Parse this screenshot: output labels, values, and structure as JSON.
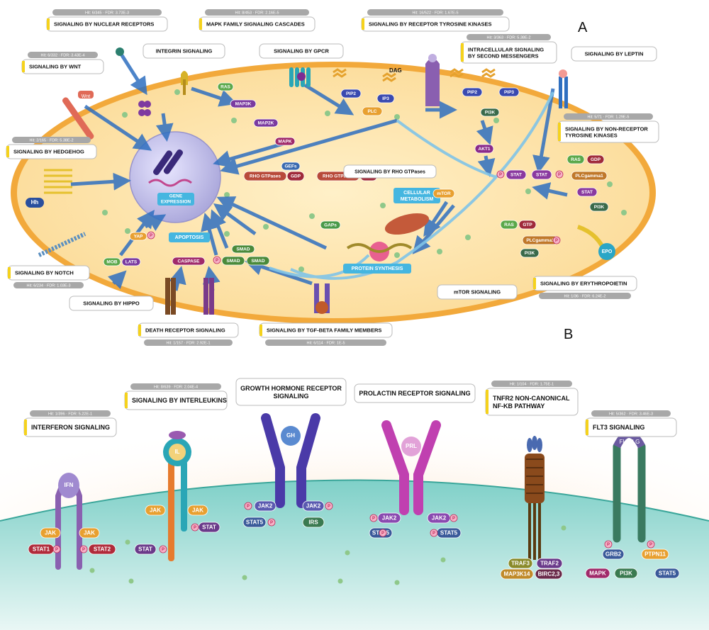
{
  "panel_labels": {
    "a": "A",
    "b": "B"
  },
  "panel_a": {
    "boxes": {
      "nuclear": {
        "stat": "Hit: 6/345 · FDR: 3.73E-3",
        "title": "SIGNALING BY NUCLEAR RECEPTORS"
      },
      "mapk": {
        "stat": "Hit: 8/453 · FDR: 2.16E-5",
        "title": "MAPK FAMILY SIGNALING CASCADES"
      },
      "rtk": {
        "stat": "Hit: 16/522 · FDR: 1.67E-5",
        "title": "SIGNALING BY RECEPTOR TYROSINE KINASES"
      },
      "second": {
        "stat": "Hit: 3/363 · FDR: 5.38E-2",
        "title1": "INTRACELLULAR SIGNALING",
        "title2": "BY SECOND MESSENGERS"
      },
      "wnt": {
        "stat": "Hit: 6/332 · FDR: 3.43E-4",
        "title": "SIGNALING BY WNT"
      },
      "integrin": {
        "title": "INTEGRIN SIGNALING"
      },
      "gpcr": {
        "title": "SIGNALING BY GPCR"
      },
      "leptin": {
        "title": "SIGNALING BY LEPTIN"
      },
      "nonrtk": {
        "stat": "Hit: 5/71 · FDR: 1.29E-5",
        "title1": "SIGNALING BY NON-RECEPTOR",
        "title2": "TYROSINE KINASES"
      },
      "hedgehog": {
        "stat": "Hit: 2/165 · FDR: 5.38E-2",
        "title": "SIGNALING BY HEDGEHOG"
      },
      "rho": {
        "title": "SIGNALING BY RHO GTPases"
      },
      "notch": {
        "stat": "Hit: 6/234 · FDR: 1.03E-3",
        "title": "SIGNALING BY NOTCH"
      },
      "hippo": {
        "title": "SIGNALING BY HIPPO"
      },
      "mtor": {
        "title": "mTOR SIGNALING"
      },
      "epo": {
        "stat": "Hit: 1/36 · FDR: 6.24E-2",
        "title": "SIGNALING BY ERYTHROPOIETIN"
      },
      "death": {
        "stat": "Hit: 1/157 · FDR: 2.92E-1",
        "title": "DEATH RECEPTOR SIGNALING"
      },
      "tgf": {
        "stat": "Hit: 6/114 · FDR: 1E-5",
        "title": "SIGNALING BY TGF-BETA FAMILY MEMBERS"
      }
    },
    "molecules": {
      "wnt": "Wnt",
      "dag": "DAG",
      "ras": "RAS",
      "map3k": "MAP3K",
      "map2k": "MAP2K",
      "mapk": "MAPK",
      "pip2": "PIP2",
      "plc": "PLC",
      "ip3": "IP3",
      "pip2b": "PIP2",
      "pip3": "PIP3",
      "pi3k": "PI3K",
      "akt1": "AKT1",
      "gefs": "GEFs",
      "rho1": "RHO GTPases",
      "gdp": "GDP",
      "rho2": "RHO GTPases",
      "gtp": "GTP",
      "gaps": "GAPs",
      "cellmet1": "CELLULAR",
      "cellmet2": "METABOLISM",
      "mtor": "mTOR",
      "stat1": "STAT",
      "stat2": "STAT",
      "p": "P",
      "ras2": "RAS",
      "gdp2": "GDP",
      "plcg1": "PLCgamma1",
      "stat3": "STAT",
      "pi3k2": "PI3K",
      "ras3": "RAS",
      "gtp2": "GTP",
      "plcg2": "PLCgamma1",
      "pi3k3": "PI3K",
      "epo": "EPO",
      "hh": "Hh",
      "gene1": "GENE",
      "gene2": "EXPRESSION",
      "yap": "YAP",
      "apoptosis": "APOPTOSIS",
      "mob": "MOB",
      "lats": "LATS",
      "caspase": "CASPASE",
      "smad1": "SMAD",
      "smad2": "SMAD",
      "smad3": "SMAD",
      "protein": "PROTEIN SYNTHESIS"
    }
  },
  "panel_b": {
    "boxes": {
      "ifn": {
        "stat": "Hit: 1/396 · FDR: 5.22E-1",
        "title": "INTERFERON SIGNALING"
      },
      "il": {
        "stat": "Hit: 8/639 · FDR: 2.04E-4",
        "title": "SIGNALING BY INTERLEUKINS"
      },
      "gh": {
        "title1": "GROWTH HORMONE RECEPTOR",
        "title2": "SIGNALING"
      },
      "prl": {
        "title": "PROLACTIN RECEPTOR SIGNALING"
      },
      "tnfr2": {
        "stat": "Hit: 1/104 · FDR: 1.75E-1",
        "title1": "TNFR2 NON-CANONICAL",
        "title2": "NF-KB PATHWAY"
      },
      "flt3": {
        "stat": "Hit: 5/362 · FDR: 3.46E-3",
        "title": "FLT3 SIGNALING"
      }
    },
    "molecules": {
      "ifn": "IFN",
      "jak_a": "JAK",
      "jak_b": "JAK",
      "stat1": "STAT1",
      "stat2": "STAT2",
      "il": "IL",
      "jak_c": "JAK",
      "jak_d": "JAK",
      "stat_a": "STAT",
      "stat_b": "STAT",
      "gh": "GH",
      "jak2_a": "JAK2",
      "jak2_b": "JAK2",
      "stat5_a": "STAT5",
      "irs": "IRS",
      "prl": "PRL",
      "jak2_c": "JAK2",
      "jak2_d": "JAK2",
      "stat5_b": "STAT5",
      "stat5_c": "STAT5",
      "traf3": "TRAF3",
      "traf2": "TRAF2",
      "map3k14": "MAP3K14",
      "birc": "BIRC2,3",
      "flt3lg": "FLT3LG",
      "grb2": "GRB2",
      "ptpn11": "PTPN11",
      "mapk": "MAPK",
      "pi3k": "PI3K",
      "stat5": "STAT5",
      "p": "P"
    }
  },
  "colors": {
    "cytoplasm": "#fde3a8",
    "membrane": "#f2a93b",
    "nucleus": "#c9c7ee",
    "teal_surface": "#8fd6d0",
    "arrow": "#2f6fc0",
    "box_accent": "#f5d21c",
    "stat_bar": "#a8a8a8"
  }
}
